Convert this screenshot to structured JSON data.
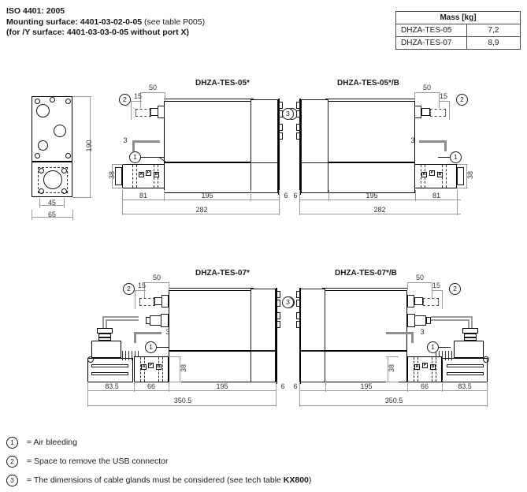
{
  "header": {
    "line1": "ISO 4401: 2005",
    "line2_bold": "Mounting surface: 4401-03-02-0-05",
    "line2_normal": " (see table P005)",
    "line3": "(for /Y surface: 4401-03-03-0-05 without port X)"
  },
  "mass_table": {
    "title": "Mass [kg]",
    "rows": [
      {
        "name": "DHZA-TES-05",
        "value": "7,2"
      },
      {
        "name": "DHZA-TES-07",
        "value": "8,9"
      }
    ]
  },
  "mounting_view": {
    "dim_height": "190",
    "dim_inner_width": "45",
    "dim_outer_width": "65"
  },
  "drawings": [
    {
      "title": "DHZA-TES-05*",
      "dims": {
        "top_50": "50",
        "top_15": "15",
        "side_38": "38",
        "base_a": "81",
        "base_b": "195",
        "base_c": "6",
        "total": "282"
      },
      "callouts": [
        "1",
        "2",
        "3"
      ],
      "elbow_label": "3",
      "ports": [
        "A",
        "P",
        "B"
      ]
    },
    {
      "title": "DHZA-TES-05*/B",
      "dims": {
        "top_50": "50",
        "top_15": "15",
        "side_38": "38",
        "base_a": "6",
        "base_b": "195",
        "base_c": "81",
        "total": "282"
      },
      "callouts": [
        "1",
        "2",
        "3"
      ],
      "elbow_label": "3",
      "ports": [
        "A",
        "P",
        "B"
      ]
    },
    {
      "title": "DHZA-TES-07*",
      "dims": {
        "top_50": "50",
        "top_15": "15",
        "side_38": "38",
        "base_a": "83.5",
        "base_b": "66",
        "base_c": "195",
        "base_d": "6",
        "total": "350.5"
      },
      "callouts": [
        "1",
        "2",
        "3"
      ],
      "elbow_label": "3",
      "ports": [
        "A",
        "P",
        "B"
      ]
    },
    {
      "title": "DHZA-TES-07*/B",
      "dims": {
        "top_50": "50",
        "top_15": "15",
        "side_38": "38",
        "base_a": "6",
        "base_b": "195",
        "base_c": "66",
        "base_d": "83.5",
        "total": "350.5"
      },
      "callouts": [
        "1",
        "2",
        "3"
      ],
      "elbow_label": "3",
      "ports": [
        "A",
        "P",
        "B"
      ]
    }
  ],
  "footnotes": [
    {
      "marker": "1",
      "text": "= Air bleeding",
      "bold": "",
      "tail": ""
    },
    {
      "marker": "2",
      "text": "= Space to remove the USB connector",
      "bold": "",
      "tail": ""
    },
    {
      "marker": "3",
      "text": "= The dimensions of cable glands must be considered (see tech table ",
      "bold": "KX800",
      "tail": ")"
    }
  ],
  "colors": {
    "line": "#1a1a1a",
    "dim_line": "#9a9a9a",
    "accent_gray": "#8d8d8d",
    "table_border": "#4a4a4a"
  }
}
